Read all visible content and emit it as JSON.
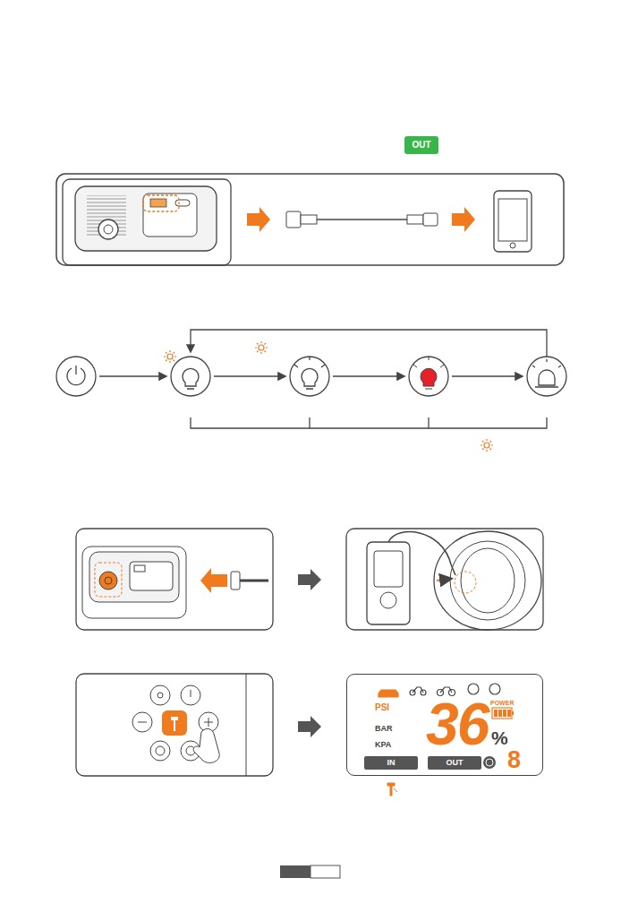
{
  "diagram": {
    "nodes": [
      {
        "text": [
          "OUT"
        ]
      },
      {
        "text": [
          "PSI",
          "BAR",
          "KPA",
          "36",
          "POWER",
          "%",
          "8"
        ]
      },
      {
        "text": [
          "IN"
        ],
        "in": 1
      },
      {
        "text": [
          "OUT"
        ],
        "in": 1
      }
    ]
  }
}
